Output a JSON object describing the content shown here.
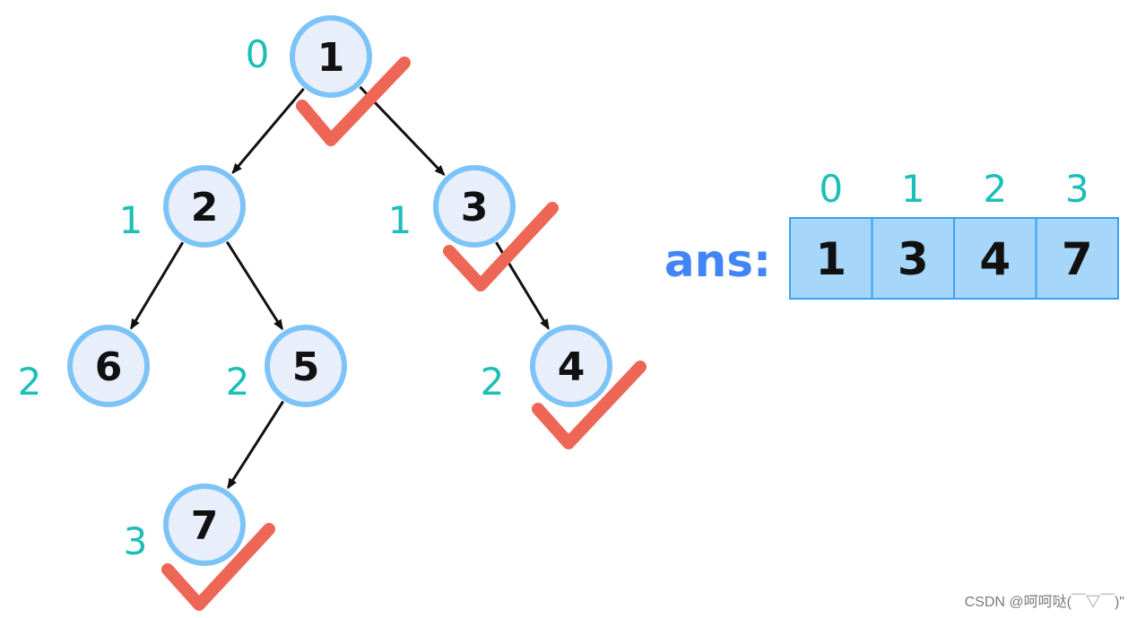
{
  "tree": {
    "nodes": [
      {
        "id": "1",
        "label": "1",
        "depth": "0",
        "checked": true
      },
      {
        "id": "2",
        "label": "2",
        "depth": "1",
        "checked": false
      },
      {
        "id": "3",
        "label": "3",
        "depth": "1",
        "checked": true
      },
      {
        "id": "6",
        "label": "6",
        "depth": "2",
        "checked": false
      },
      {
        "id": "5",
        "label": "5",
        "depth": "2",
        "checked": false
      },
      {
        "id": "4",
        "label": "4",
        "depth": "2",
        "checked": true
      },
      {
        "id": "7",
        "label": "7",
        "depth": "3",
        "checked": true
      }
    ],
    "edges": [
      {
        "from": "1",
        "to": "2"
      },
      {
        "from": "1",
        "to": "3"
      },
      {
        "from": "2",
        "to": "6"
      },
      {
        "from": "2",
        "to": "5"
      },
      {
        "from": "3",
        "to": "4"
      },
      {
        "from": "5",
        "to": "7"
      }
    ],
    "colors": {
      "node_fill": "#e8effb",
      "node_stroke": "#7cc3f7",
      "depth_label": "#1bbfb6",
      "check_mark": "#ee6655"
    }
  },
  "ans": {
    "label": "ans:",
    "indices": [
      "0",
      "1",
      "2",
      "3"
    ],
    "values": [
      "1",
      "3",
      "4",
      "7"
    ],
    "colors": {
      "label": "#4285f4",
      "cell_fill": "#a7d6fb",
      "cell_border": "#3aa1ef"
    }
  },
  "watermark": "CSDN @呵呵哒(￣▽￣)\""
}
